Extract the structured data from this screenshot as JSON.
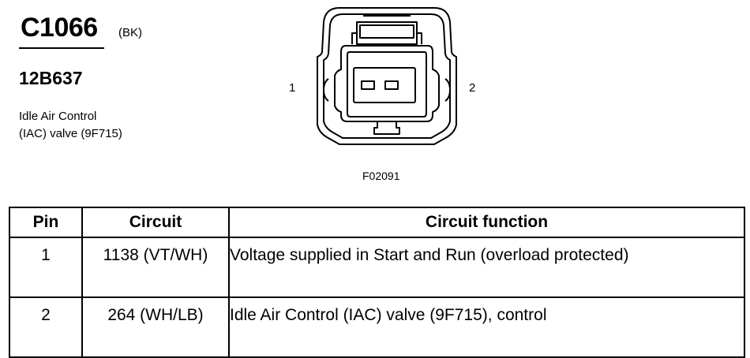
{
  "connector": {
    "id": "C1066",
    "color_code": "(BK)",
    "part_number": "12B637",
    "description_line1": "Idle Air Control",
    "description_line2": "(IAC) valve (9F715)"
  },
  "diagram": {
    "pin_left_label": "1",
    "pin_right_label": "2",
    "figure_code": "F02091"
  },
  "table": {
    "headers": {
      "pin": "Pin",
      "circuit": "Circuit",
      "function": "Circuit function"
    },
    "rows": [
      {
        "pin": "1",
        "circuit": "1138 (VT/WH)",
        "function": "Voltage supplied in Start and Run (overload protected)"
      },
      {
        "pin": "2",
        "circuit": "264 (WH/LB)",
        "function": "Idle Air Control (IAC) valve (9F715), control"
      }
    ]
  }
}
